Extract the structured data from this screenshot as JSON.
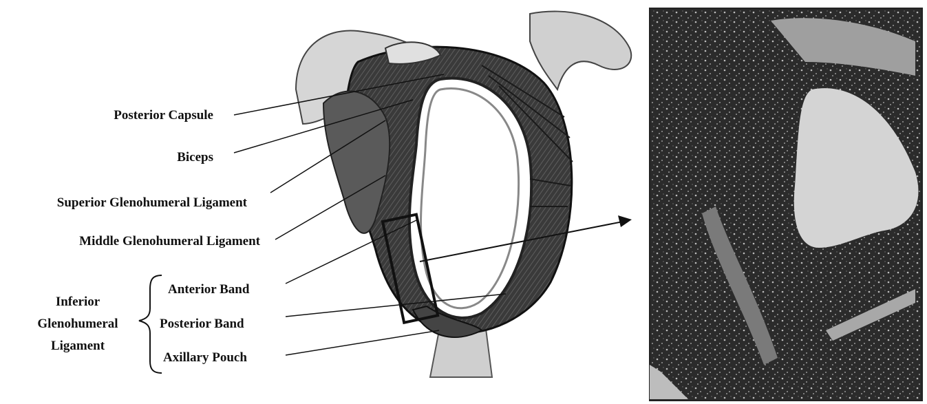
{
  "labels": {
    "posterior_capsule": "Posterior Capsule",
    "biceps": "Biceps",
    "superior_gh": "Superior Glenohumeral Ligament",
    "middle_gh": "Middle Glenohumeral Ligament",
    "anterior_band": "Anterior Band",
    "posterior_band": "Posterior Band",
    "axillary_pouch": "Axillary Pouch",
    "igh_line1": "Inferior",
    "igh_line2": "Glenohumeral",
    "igh_line3": "Ligament"
  },
  "colors": {
    "ink": "#111111",
    "capsule_dark": "#2a2a2a",
    "bone_light": "#d9d9d9",
    "photo_bg": "#2e2e2e",
    "photo_light": "#cfcfcf"
  }
}
